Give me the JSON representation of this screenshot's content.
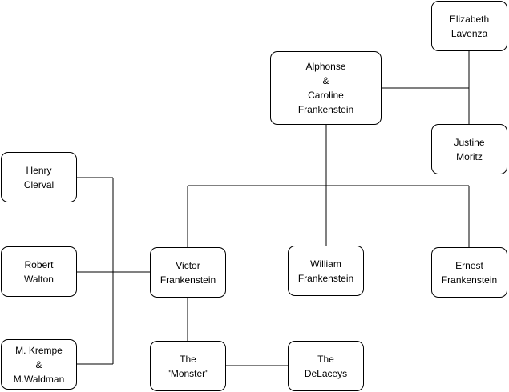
{
  "nodes": {
    "elizabeth": [
      "Elizabeth",
      "Lavenza"
    ],
    "alphonse": [
      "Alphonse",
      "&",
      "Caroline",
      "Frankenstein"
    ],
    "justine": [
      "Justine",
      "Moritz"
    ],
    "henry": [
      "Henry",
      "Clerval"
    ],
    "robert": [
      "Robert",
      "Walton"
    ],
    "victor": [
      "Victor",
      "Frankenstein"
    ],
    "william": [
      "William",
      "Frankenstein"
    ],
    "ernest": [
      "Ernest",
      "Frankenstein"
    ],
    "krempe": [
      "M. Krempe",
      "&",
      "M.Waldman"
    ],
    "monster": [
      "The",
      "\"Monster\""
    ],
    "delaceys": [
      "The",
      "DeLaceys"
    ]
  }
}
